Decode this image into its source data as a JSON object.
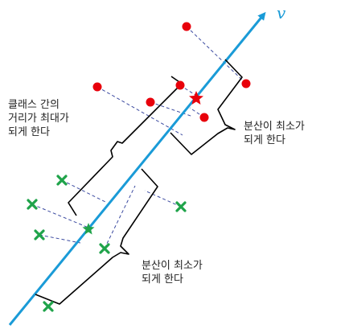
{
  "axis": {
    "label": "v",
    "color": "#1a9bd7"
  },
  "annotations": {
    "between_class": {
      "line1": "클래스 간의",
      "line2": "거리가 최대가",
      "line3": "되게 한다"
    },
    "within_class_red": {
      "line1": "분산이 최소가",
      "line2": "되게 한다"
    },
    "within_class_green": {
      "line1": "분산이 최소가",
      "line2": "되게 한다"
    }
  },
  "classes": {
    "red": {
      "marker": "circle",
      "color": "#e8000b",
      "centroid_marker": "star"
    },
    "green": {
      "marker": "cross",
      "color": "#1fa34a",
      "centroid_marker": "star"
    }
  }
}
